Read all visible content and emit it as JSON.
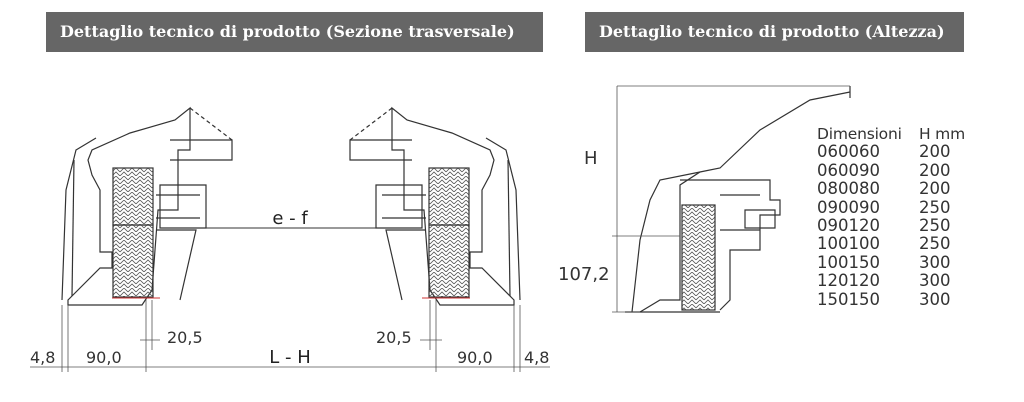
{
  "headers": {
    "left": "Dettaglio tecnico di prodotto (Sezione trasversale)",
    "right": "Dettaglio tecnico di prodotto (Altezza)"
  },
  "left_diagram": {
    "opening_label": "e - f",
    "total_label": "L - H",
    "dim_inner_left": "20,5",
    "dim_inner_right": "20,5",
    "dim_frame_left": "90,0",
    "dim_frame_right": "90,0",
    "dim_edge_left": "4,8",
    "dim_edge_right": "4,8"
  },
  "right_diagram": {
    "height_label": "H",
    "base_label": "107,2"
  },
  "table": {
    "col_dimensions": "Dimensioni",
    "col_height": "H mm",
    "rows": [
      {
        "dim": "060060",
        "h": "200"
      },
      {
        "dim": "060090",
        "h": "200"
      },
      {
        "dim": "080080",
        "h": "200"
      },
      {
        "dim": "090090",
        "h": "250"
      },
      {
        "dim": "090120",
        "h": "250"
      },
      {
        "dim": "100100",
        "h": "250"
      },
      {
        "dim": "100150",
        "h": "300"
      },
      {
        "dim": "120120",
        "h": "300"
      },
      {
        "dim": "150150",
        "h": "300"
      }
    ]
  }
}
